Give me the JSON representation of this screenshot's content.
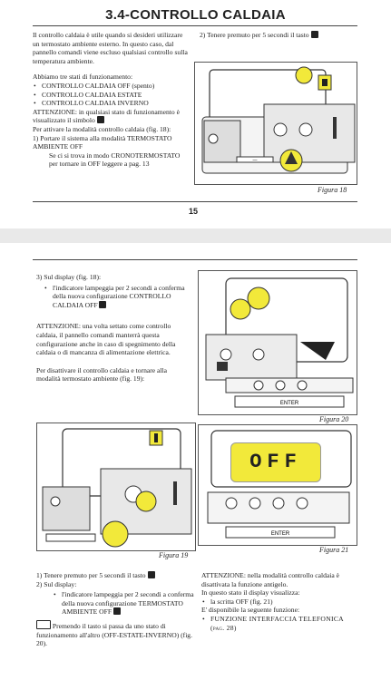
{
  "page1": {
    "title": "3.4-CONTROLLO CALDAIA",
    "left_col": {
      "p1": "Il controllo caldaia è utile quando si desideri utilizzare un termostato ambiente esterno. In questo caso, dal pannello comandi viene escluso qualsiasi controllo sulla temperatura ambiente.",
      "p2": "Abbiamo tre stati di funzionamento:",
      "states": [
        "CONTROLLO CALDAIA OFF (spento)",
        "CONTROLLO CALDAIA ESTATE",
        "CONTROLLO CALDAIA INVERNO"
      ],
      "attenzione": "ATTENZIONE: in qualsiasi stato di funzionamento è visualizzato il simbolo",
      "attivare": "Per attivare la modalità controllo caldaia (fig. 18):",
      "step1": "1) Portare il sistema alla modalità TERMOSTATO AMBIENTE OFF",
      "step1b": "Se ci si trova in modo CRONOTERMOSTATO per tornare in OFF leggere a pag. 13"
    },
    "right_col": {
      "step2": "2) Tenere premuto per 5 secondi il tasto"
    },
    "figure_caption": "Figura 18",
    "page_number": "15"
  },
  "page2": {
    "step3": "3) Sul display (fig. 18):",
    "step3_bullet": "l'indicatore lampeggia per 2 secondi a conferma della nuova configurazione CONTROLLO CALDAIA OFF",
    "attenzione": "ATTENZIONE: una volta settato come controllo caldaia, il pannello comandi manterrà questa configurazione anche in caso di spegnimento della caldaia o di mancanza di alimentazione elettrica.",
    "disattivare": "Per disattivare il controllo caldaia e tornare alla modalità termostato ambiente (fig. 19):",
    "fig20_caption": "Figura 20",
    "fig19_caption": "Figura 19",
    "fig21_caption": "Figura 21",
    "lcd_text": "OFF",
    "enter_label": "ENTER",
    "bottom_left": {
      "s1": "1) Tenere premuto per 5 secondi il tasto",
      "s2": "2) Sul display:",
      "bullet": "l'indicatore lampeggia per 2 secondi a conferma della nuova configurazione TERMOSTATO AMBIENTE OFF",
      "premendo": "Premendo il tasto si passa da uno stato di funzionamento all'altro (OFF-ESTATE-INVERNO) (fig. 20)."
    },
    "bottom_right": {
      "attenzione": "ATTENZIONE: nella modalità controllo caldaia è disattivata la funzione antigelo.",
      "display": "In questo stato il display visualizza:",
      "off_bullet": "la scritta OFF (fig. 21)",
      "disponibile": "E' disponibile la seguente funzione:",
      "funzione": "FUNZIONE INTERFACCIA TELEFONICA (pag. 28)"
    }
  }
}
